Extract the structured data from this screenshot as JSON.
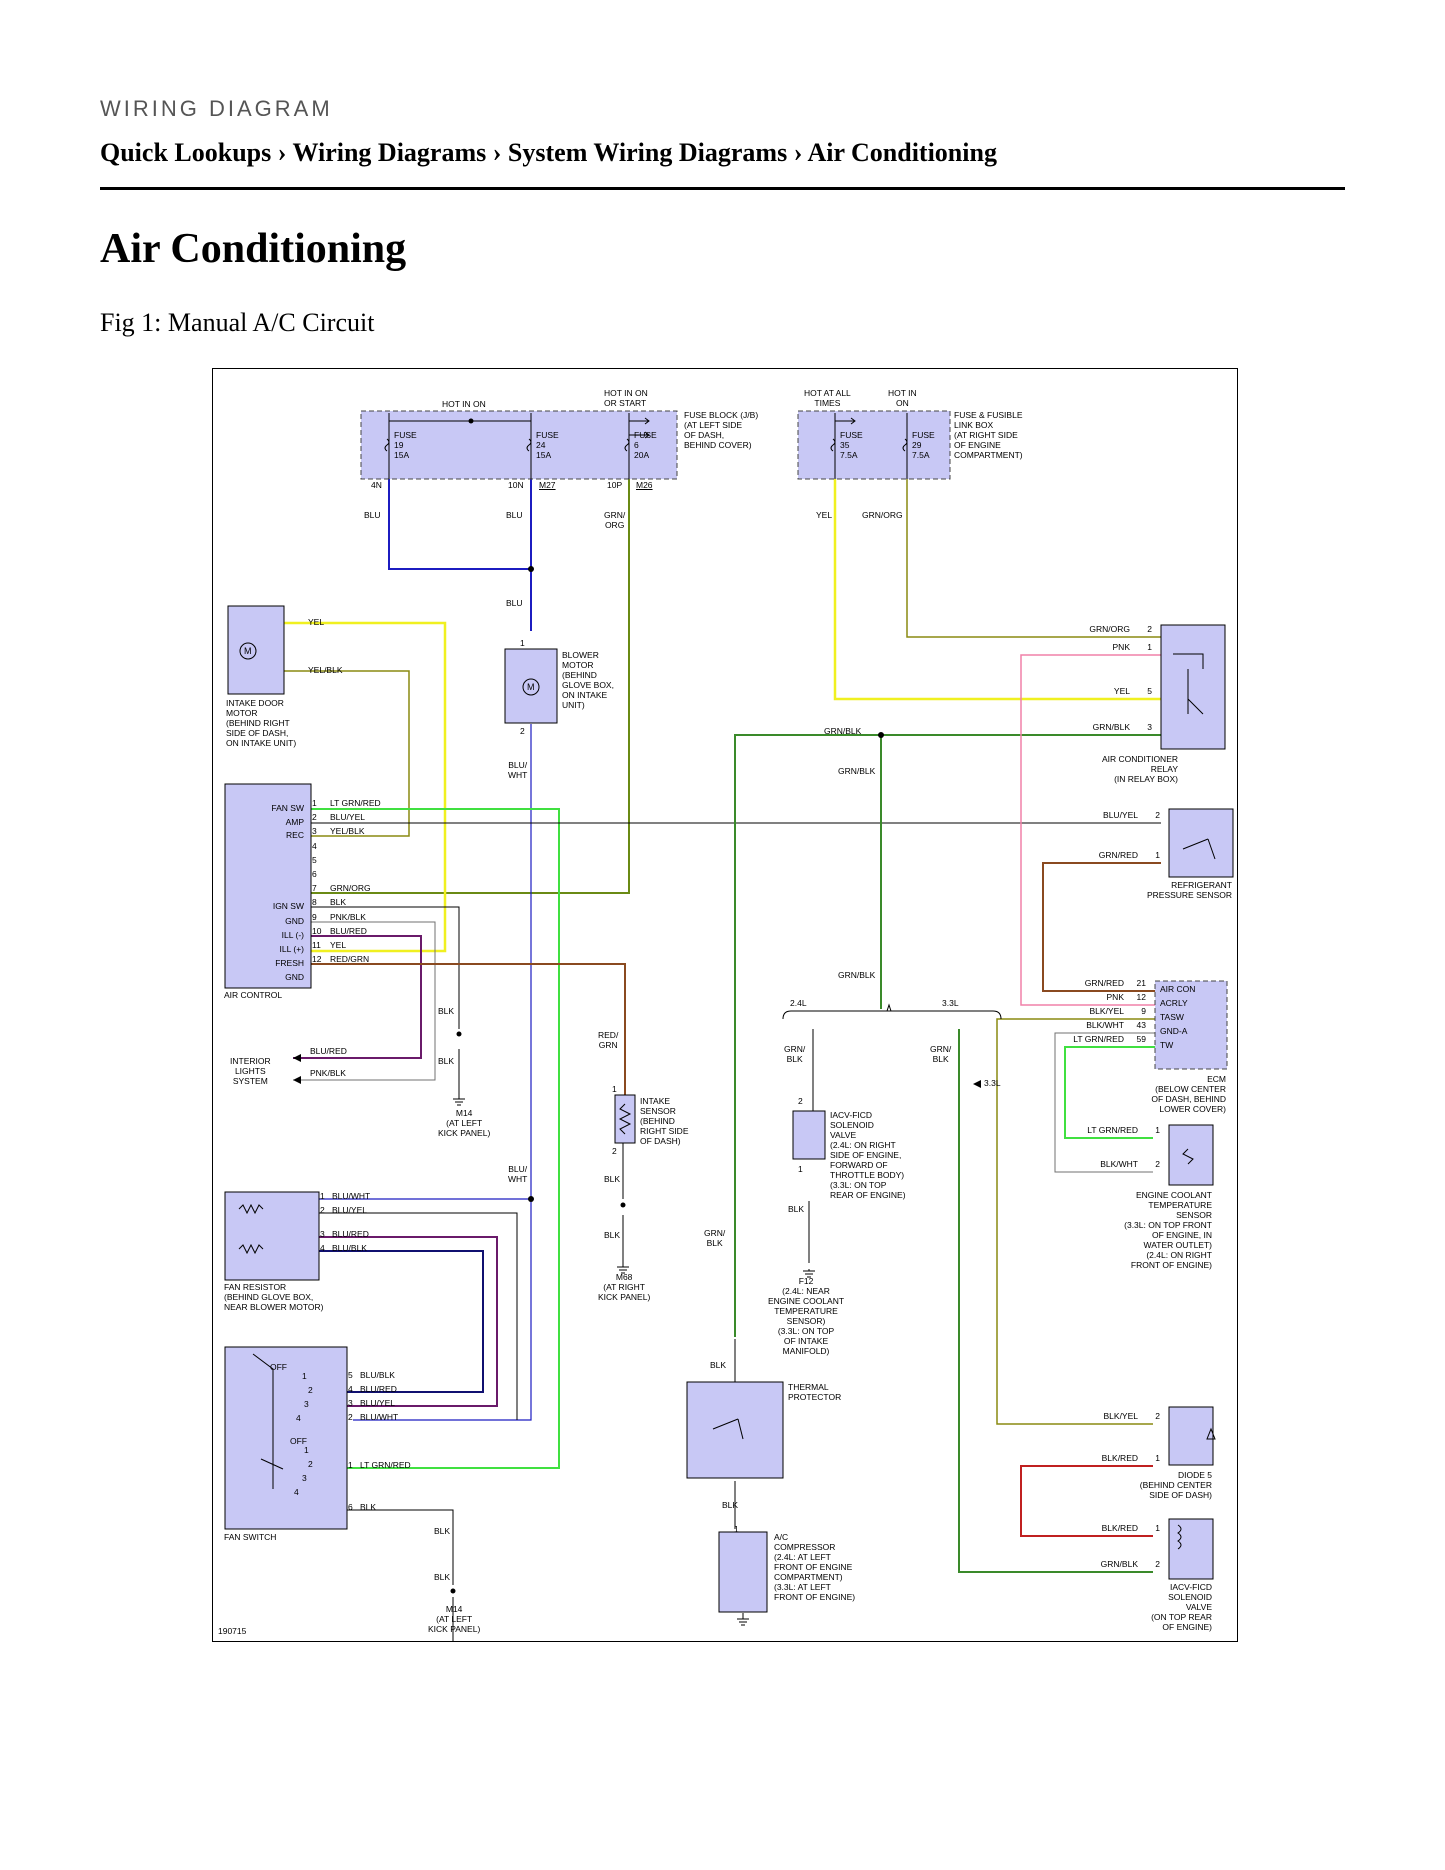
{
  "header": {
    "kicker": "WIRING DIAGRAM",
    "breadcrumb": [
      "Quick Lookups",
      "Wiring Diagrams",
      "System Wiring Diagrams",
      "Air Conditioning"
    ],
    "separator": "›"
  },
  "page_title": "Air Conditioning",
  "figure_caption": "Fig 1: Manual A/C Circuit",
  "diagram": {
    "id": "190715",
    "fuse_block": {
      "hot_in_on": "HOT IN ON",
      "hot_in_on_or_start": [
        "HOT IN ON",
        "OR START"
      ],
      "label": [
        "FUSE BLOCK (J/B)",
        "(AT LEFT SIDE",
        "OF DASH,",
        "BEHIND COVER)"
      ],
      "fuses": [
        {
          "lines": [
            "FUSE",
            "19",
            "15A"
          ],
          "pin": "4N",
          "wire": "BLU"
        },
        {
          "lines": [
            "FUSE",
            "24",
            "15A"
          ],
          "pin": "10N",
          "conn": "M27",
          "wire": "BLU"
        },
        {
          "lines": [
            "FUSE",
            "6",
            "20A"
          ],
          "pin": "10P",
          "conn": "M26",
          "wire": [
            "GRN/",
            "ORG"
          ]
        }
      ]
    },
    "fusible_box": {
      "hot_at_all_times": [
        "HOT AT ALL",
        "TIMES"
      ],
      "hot_in_on": [
        "HOT IN",
        "ON"
      ],
      "label": [
        "FUSE & FUSIBLE",
        "LINK BOX",
        "(AT RIGHT SIDE",
        "OF ENGINE",
        "COMPARTMENT)"
      ],
      "fuses": [
        {
          "lines": [
            "FUSE",
            "35",
            "7.5A"
          ],
          "wire": "YEL"
        },
        {
          "lines": [
            "FUSE",
            "29",
            "7.5A"
          ],
          "wire": "GRN/ORG"
        }
      ]
    },
    "intake_door_motor": {
      "label": [
        "INTAKE DOOR",
        "MOTOR",
        "(BEHIND RIGHT",
        "SIDE OF DASH,",
        "ON INTAKE UNIT)"
      ],
      "wires": [
        "YEL",
        "YEL/BLK"
      ]
    },
    "blower_motor": {
      "label": [
        "BLOWER",
        "MOTOR",
        "(BEHIND",
        "GLOVE BOX,",
        "ON INTAKE",
        "UNIT)"
      ],
      "wire_in": "BLU",
      "wire_out": [
        "BLU/",
        "WHT"
      ],
      "pin_top": "1",
      "pin_bottom": "2"
    },
    "air_control": {
      "label": "AIR CONTROL",
      "side_labels": [
        "FAN SW",
        "AMP",
        "REC",
        "",
        "",
        "",
        "",
        "IGN SW",
        "GND",
        "ILL (-)",
        "ILL (+)",
        "FRESH",
        "GND"
      ],
      "pins": [
        "1",
        "2",
        "3",
        "4",
        "5",
        "6",
        "7",
        "8",
        "9",
        "10",
        "11",
        "12"
      ],
      "wires": [
        "LT GRN/RED",
        "BLU/YEL",
        "YEL/BLK",
        "",
        "",
        "",
        "GRN/ORG",
        "BLK",
        "PNK/BLK",
        "BLU/RED",
        "YEL",
        "RED/GRN"
      ]
    },
    "interior_lights": {
      "label": [
        "INTERIOR",
        "LIGHTS",
        "SYSTEM"
      ],
      "wires": [
        "BLU/RED",
        "PNK/BLK"
      ]
    },
    "ground_m14_upper": {
      "wire": "BLK",
      "name": "M14",
      "location": [
        "(AT LEFT",
        "KICK PANEL)"
      ]
    },
    "intake_sensor": {
      "label": [
        "INTAKE",
        "SENSOR",
        "(BEHIND",
        "RIGHT SIDE",
        "OF DASH)"
      ],
      "wire_in": [
        "RED/",
        "GRN"
      ],
      "wire_out": "BLK",
      "pin_top": "1",
      "pin_bottom": "2"
    },
    "ground_m68": {
      "wire": "BLK",
      "name": "M68",
      "location": [
        "(AT RIGHT",
        "KICK PANEL)"
      ]
    },
    "iacv_ficd_upper": {
      "label": [
        "IACV-FICD",
        "SOLENOID",
        "VALVE",
        "(2.4L: ON RIGHT",
        "SIDE OF ENGINE,",
        "FORWARD OF",
        "THROTTLE BODY)",
        "(3.3L: ON TOP",
        "REAR OF ENGINE)"
      ],
      "pin_top": "2",
      "pin_bottom": "1",
      "wire_out": "BLK",
      "wire_in": [
        "GRN/",
        "BLK"
      ]
    },
    "ground_f12": {
      "name": "F12",
      "location": [
        "(2.4L: NEAR",
        "ENGINE COOLANT",
        "TEMPERATURE",
        "SENSOR)",
        "(3.3L: ON TOP",
        "OF INTAKE",
        "MANIFOLD)"
      ]
    },
    "splice": {
      "left": "2.4L",
      "right": "3.3L",
      "wire_left": [
        "GRN/",
        "BLK"
      ],
      "wire_right": [
        "GRN/",
        "BLK"
      ],
      "arrow": "3.3L"
    },
    "grn_blk_labels": [
      "GRN/BLK",
      "GRN/BLK",
      "GRN/BLK",
      "GRN/",
      "BLK"
    ],
    "fan_resistor": {
      "label": [
        "FAN RESISTOR",
        "(BEHIND GLOVE BOX,",
        "NEAR BLOWER MOTOR)"
      ],
      "pins": [
        "1",
        "2",
        "3",
        "4"
      ],
      "wires": [
        "BLU/WHT",
        "BLU/YEL",
        "BLU/RED",
        "BLU/BLK"
      ],
      "wire_top": [
        "BLU/",
        "WHT"
      ]
    },
    "fan_switch": {
      "label": "FAN SWITCH",
      "off_labels": [
        "OFF",
        "OFF"
      ],
      "pos_upper": [
        "1",
        "2",
        "3",
        "4"
      ],
      "pos_lower": [
        "1",
        "2",
        "3",
        "4"
      ],
      "pins": [
        "5",
        "4",
        "3",
        "2",
        "1",
        "6"
      ],
      "wires": [
        "BLU/BLK",
        "BLU/RED",
        "BLU/YEL",
        "BLU/WHT",
        "LT GRN/RED",
        "BLK"
      ]
    },
    "ground_m14_lower": {
      "wire": "BLK",
      "name": "M14",
      "location": [
        "(AT LEFT",
        "KICK PANEL)"
      ]
    },
    "thermal_protector": {
      "label": [
        "THERMAL",
        "PROTECTOR"
      ],
      "wire_in": "BLK",
      "wire_out": "BLK"
    },
    "ac_compressor": {
      "label": [
        "A/C",
        "COMPRESSOR",
        "(2.4L: AT LEFT",
        "FRONT OF ENGINE",
        "COMPARTMENT)",
        "(3.3L: AT LEFT",
        "FRONT OF ENGINE)"
      ],
      "pin": "1"
    },
    "ac_relay": {
      "label": [
        "AIR CONDITIONER",
        "RELAY",
        "(IN RELAY BOX)"
      ],
      "pins": [
        {
          "wire": "GRN/ORG",
          "pin": "2"
        },
        {
          "wire": "PNK",
          "pin": "1"
        },
        {
          "wire": "YEL",
          "pin": "5"
        },
        {
          "wire": "GRN/BLK",
          "pin": "3"
        }
      ]
    },
    "refrigerant_sensor": {
      "label": [
        "REFRIGERANT",
        "PRESSURE SENSOR"
      ],
      "pins": [
        {
          "wire": "BLU/YEL",
          "pin": "2"
        },
        {
          "wire": "GRN/RED",
          "pin": "1"
        }
      ]
    },
    "ecm": {
      "label": [
        "ECM",
        "(BELOW CENTER",
        "OF DASH, BEHIND",
        "LOWER COVER)"
      ],
      "pins": [
        {
          "wire": "GRN/RED",
          "pin": "21",
          "name": "AIR CON"
        },
        {
          "wire": "PNK",
          "pin": "12",
          "name": "ACRLY"
        },
        {
          "wire": "BLK/YEL",
          "pin": "9",
          "name": "TASW"
        },
        {
          "wire": "BLK/WHT",
          "pin": "43",
          "name": "GND-A"
        },
        {
          "wire": "LT GRN/RED",
          "pin": "59",
          "name": "TW"
        }
      ]
    },
    "coolant_sensor": {
      "label": [
        "ENGINE COOLANT",
        "TEMPERATURE",
        "SENSOR",
        "(3.3L: ON TOP FRONT",
        "OF ENGINE, IN",
        "WATER OUTLET)",
        "(2.4L: ON RIGHT",
        "FRONT OF ENGINE)"
      ],
      "pins": [
        {
          "wire": "LT GRN/RED",
          "pin": "1"
        },
        {
          "wire": "BLK/WHT",
          "pin": "2"
        }
      ]
    },
    "diode5": {
      "label": [
        "DIODE 5",
        "(BEHIND CENTER",
        "SIDE OF DASH)"
      ],
      "pins": [
        {
          "wire": "BLK/YEL",
          "pin": "2"
        },
        {
          "wire": "BLK/RED",
          "pin": "1"
        }
      ]
    },
    "iacv_ficd_lower": {
      "label": [
        "IACV-FICD",
        "SOLENOID",
        "VALVE",
        "(ON TOP REAR",
        "OF ENGINE)"
      ],
      "pins": [
        {
          "wire": "BLK/RED",
          "pin": "1"
        },
        {
          "wire": "GRN/BLK",
          "pin": "2"
        }
      ]
    }
  }
}
